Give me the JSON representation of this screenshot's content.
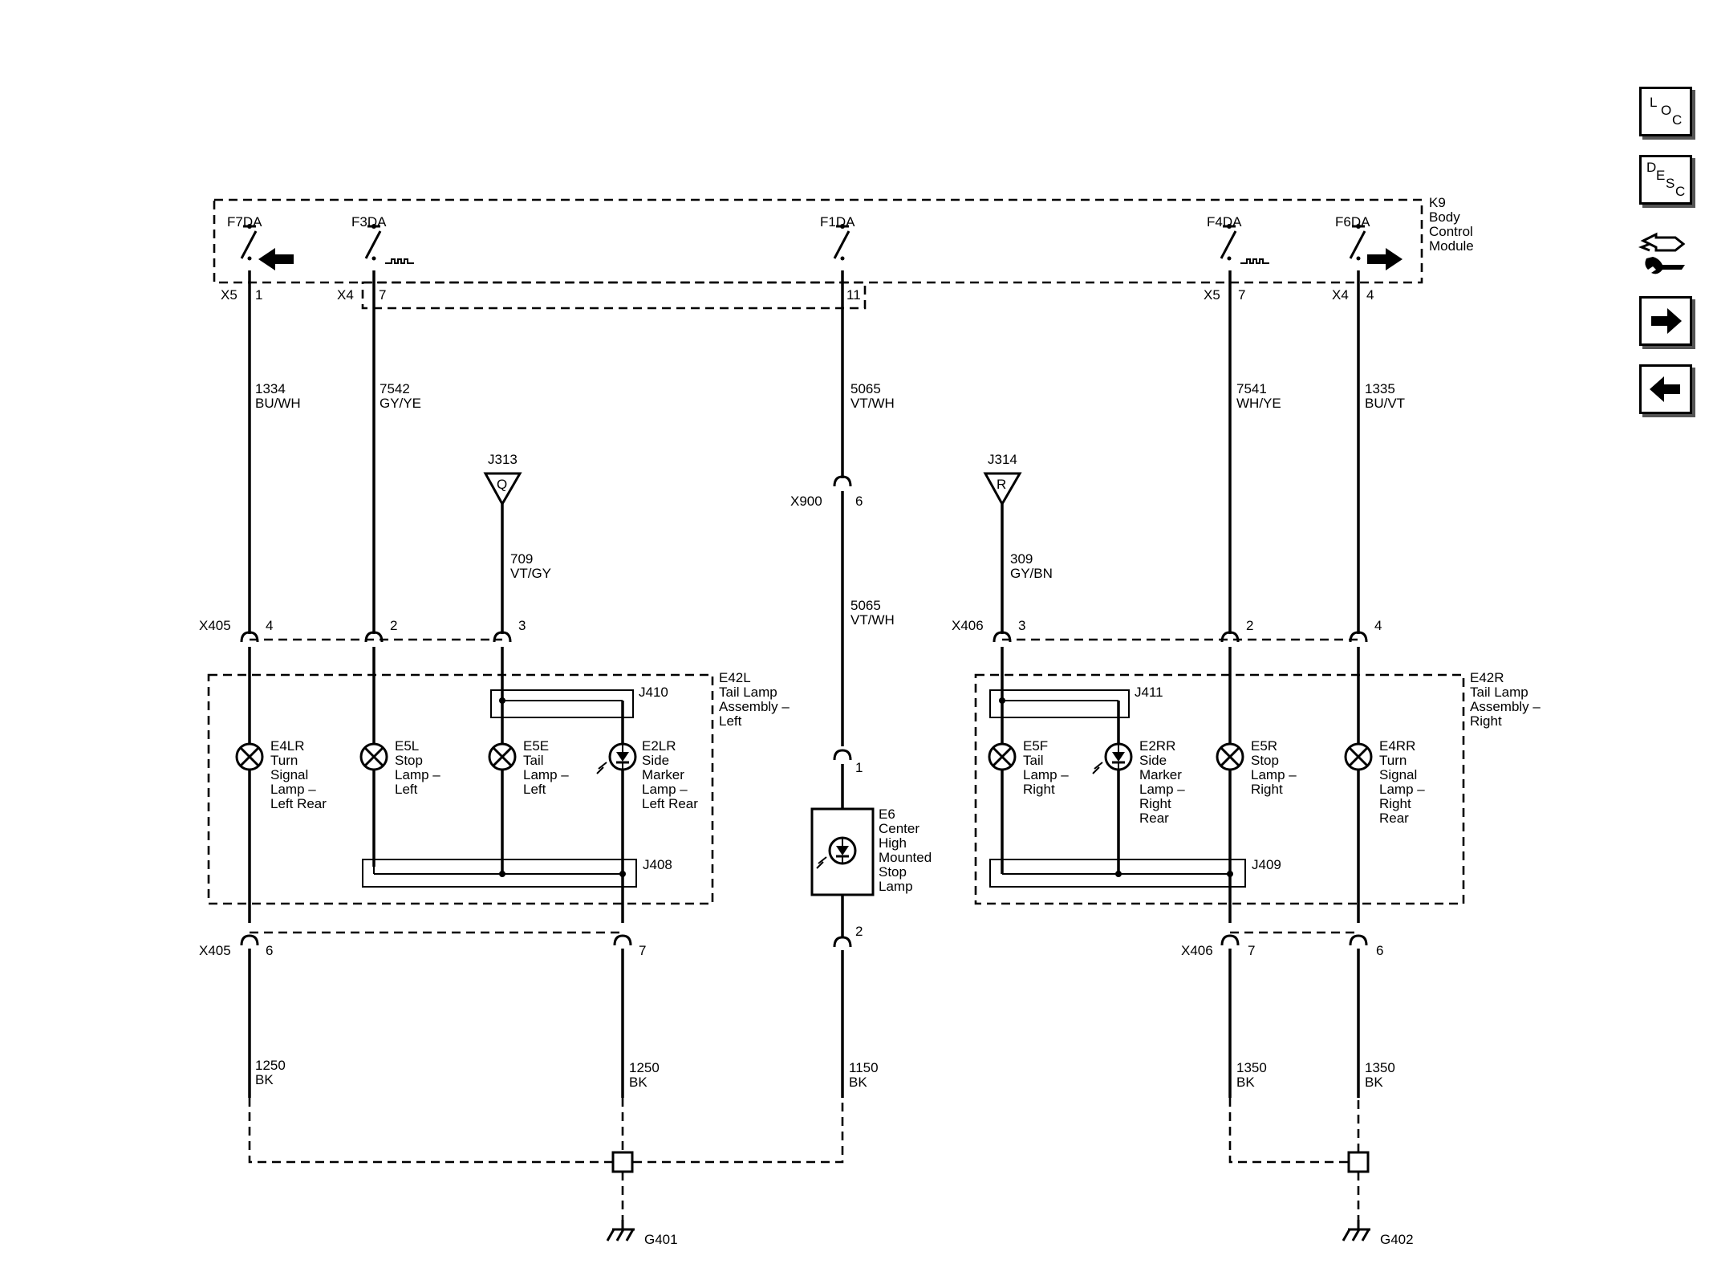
{
  "sidebar": {
    "loc": {
      "a": "L",
      "b": "O",
      "c": "C"
    },
    "desc": {
      "a": "D",
      "b": "E",
      "c": "S",
      "d": "C"
    }
  },
  "module": {
    "name": [
      "K9",
      "Body",
      "Control",
      "Module"
    ]
  },
  "fuses": {
    "f7da": "F7DA",
    "f3da": "F3DA",
    "f1da": "F1DA",
    "f4da": "F4DA",
    "f6da": "F6DA"
  },
  "module_pins": {
    "x5a": "X5",
    "p1": "1",
    "x4a": "X4",
    "p7a": "7",
    "p11": "11",
    "x5b": "X5",
    "p7b": "7",
    "x4b": "X4",
    "p4": "4"
  },
  "wires": {
    "w1334": {
      "num": "1334",
      "color": "BU/WH"
    },
    "w7542": {
      "num": "7542",
      "color": "GY/YE"
    },
    "w5065a": {
      "num": "5065",
      "color": "VT/WH"
    },
    "w7541": {
      "num": "7541",
      "color": "WH/YE"
    },
    "w1335": {
      "num": "1335",
      "color": "BU/VT"
    },
    "w709": {
      "num": "709",
      "color": "VT/GY"
    },
    "w309": {
      "num": "309",
      "color": "GY/BN"
    },
    "w5065b": {
      "num": "5065",
      "color": "VT/WH"
    },
    "w1250a": {
      "num": "1250",
      "color": "BK"
    },
    "w1250b": {
      "num": "1250",
      "color": "BK"
    },
    "w1150": {
      "num": "1150",
      "color": "BK"
    },
    "w1350a": {
      "num": "1350",
      "color": "BK"
    },
    "w1350b": {
      "num": "1350",
      "color": "BK"
    }
  },
  "splices": {
    "j313": "J313",
    "q": "Q",
    "j314": "J314",
    "r": "R",
    "j410": "J410",
    "j408": "J408",
    "j411": "J411",
    "j409": "J409"
  },
  "connectors": {
    "x900": "X900",
    "x900p": "6",
    "x405a": "X405",
    "x405a_p1": "4",
    "x405a_p2": "2",
    "x405a_p3": "3",
    "x406a": "X406",
    "x406a_p1": "3",
    "x406a_p2": "2",
    "x406a_p3": "4",
    "x405b": "X405",
    "x405b_p1": "6",
    "x405b_p2": "7",
    "x406b": "X406",
    "x406b_p1": "7",
    "x406b_p2": "6",
    "e6p1": "1",
    "e6p2": "2"
  },
  "assemblies": {
    "left": [
      "E42L",
      "Tail Lamp",
      "Assembly –",
      "Left"
    ],
    "right": [
      "E42R",
      "Tail Lamp",
      "Assembly –",
      "Right"
    ]
  },
  "lamps": {
    "e4lr": [
      "E4LR",
      "Turn",
      "Signal",
      "Lamp –",
      "Left Rear"
    ],
    "e5l": [
      "E5L",
      "Stop",
      "Lamp –",
      "Left"
    ],
    "e5e": [
      "E5E",
      "Tail",
      "Lamp –",
      "Left"
    ],
    "e2lr": [
      "E2LR",
      "Side",
      "Marker",
      "Lamp –",
      "Left Rear"
    ],
    "e6": [
      "E6",
      "Center",
      "High",
      "Mounted",
      "Stop",
      "Lamp"
    ],
    "e5f": [
      "E5F",
      "Tail",
      "Lamp –",
      "Right"
    ],
    "e2rr": [
      "E2RR",
      "Side",
      "Marker",
      "Lamp –",
      "Right",
      "Rear"
    ],
    "e5r": [
      "E5R",
      "Stop",
      "Lamp –",
      "Right"
    ],
    "e4rr": [
      "E4RR",
      "Turn",
      "Signal",
      "Lamp –",
      "Right",
      "Rear"
    ]
  },
  "grounds": {
    "g401": "G401",
    "g402": "G402"
  }
}
